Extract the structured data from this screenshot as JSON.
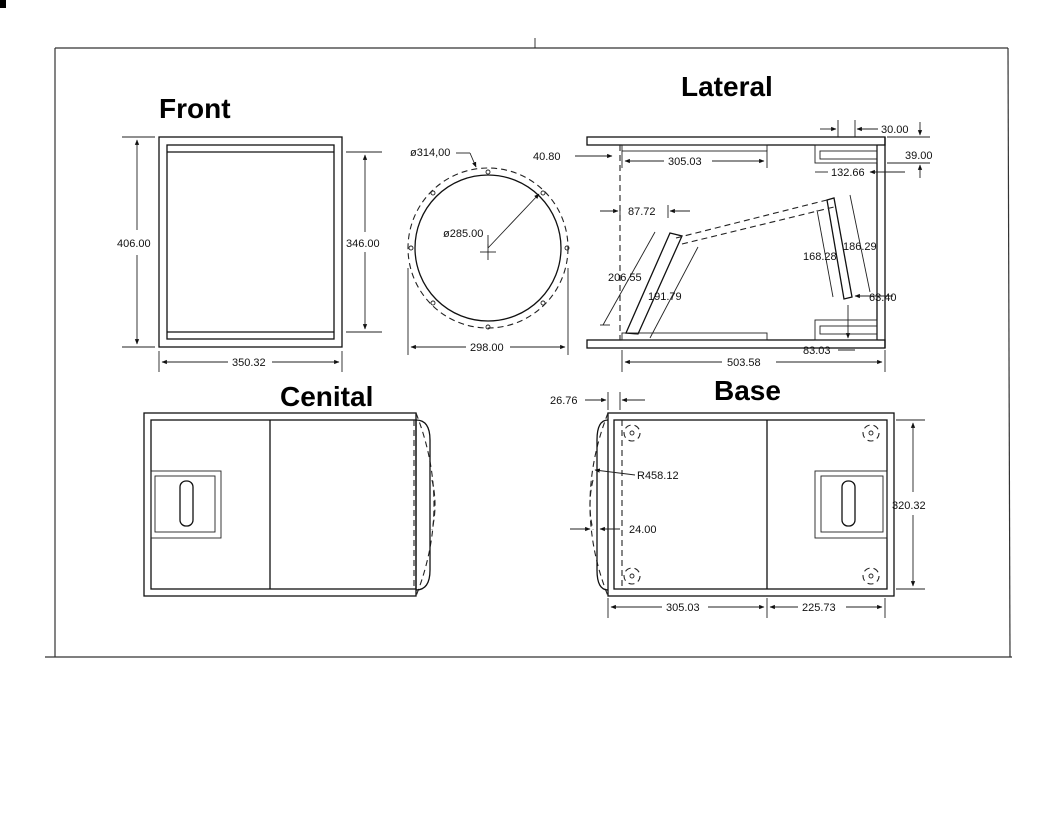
{
  "views": {
    "front": "Front",
    "lateral": "Lateral",
    "cenital": "Cenital",
    "base": "Base"
  },
  "dimensions": {
    "front_height": "406.00",
    "front_inner_height": "346.00",
    "front_width": "350.32",
    "ring_outer_diameter": "ø314,00",
    "ring_inner_diameter": "ø285.00",
    "ring_width": "298.00",
    "lat_top_offset": "40.80",
    "lat_top_length": "305.03",
    "lat_top_right": "30.00",
    "lat_right_39": "39.00",
    "lat_132": "132.66",
    "lat_87": "87.72",
    "lat_206": "206.55",
    "lat_191": "191.79",
    "lat_168": "168.28",
    "lat_186": "186.29",
    "lat_63": "63.40",
    "lat_83": "83.03",
    "lat_503": "503.58",
    "base_26": "26.76",
    "base_radius": "R458.12",
    "base_24": "24.00",
    "base_height": "320.32",
    "base_305": "305.03",
    "base_225": "225.73"
  }
}
